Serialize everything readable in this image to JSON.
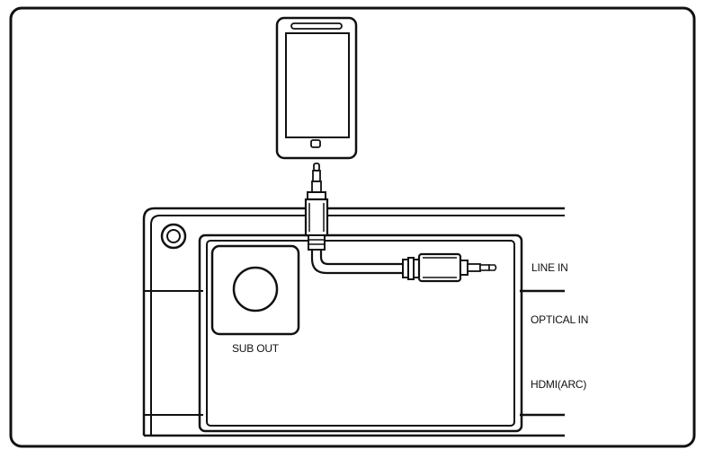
{
  "labels": {
    "sub_out": "SUB OUT",
    "line_in": "LINE IN",
    "optical_in": "OPTICAL IN",
    "hdmi_arc": "HDMI(ARC)"
  },
  "colors": {
    "stroke": "#111111",
    "background": "#ffffff"
  },
  "icons": [
    "smartphone-icon",
    "audio-jack-icon",
    "audio-cable-icon",
    "subwoofer-port-icon"
  ]
}
